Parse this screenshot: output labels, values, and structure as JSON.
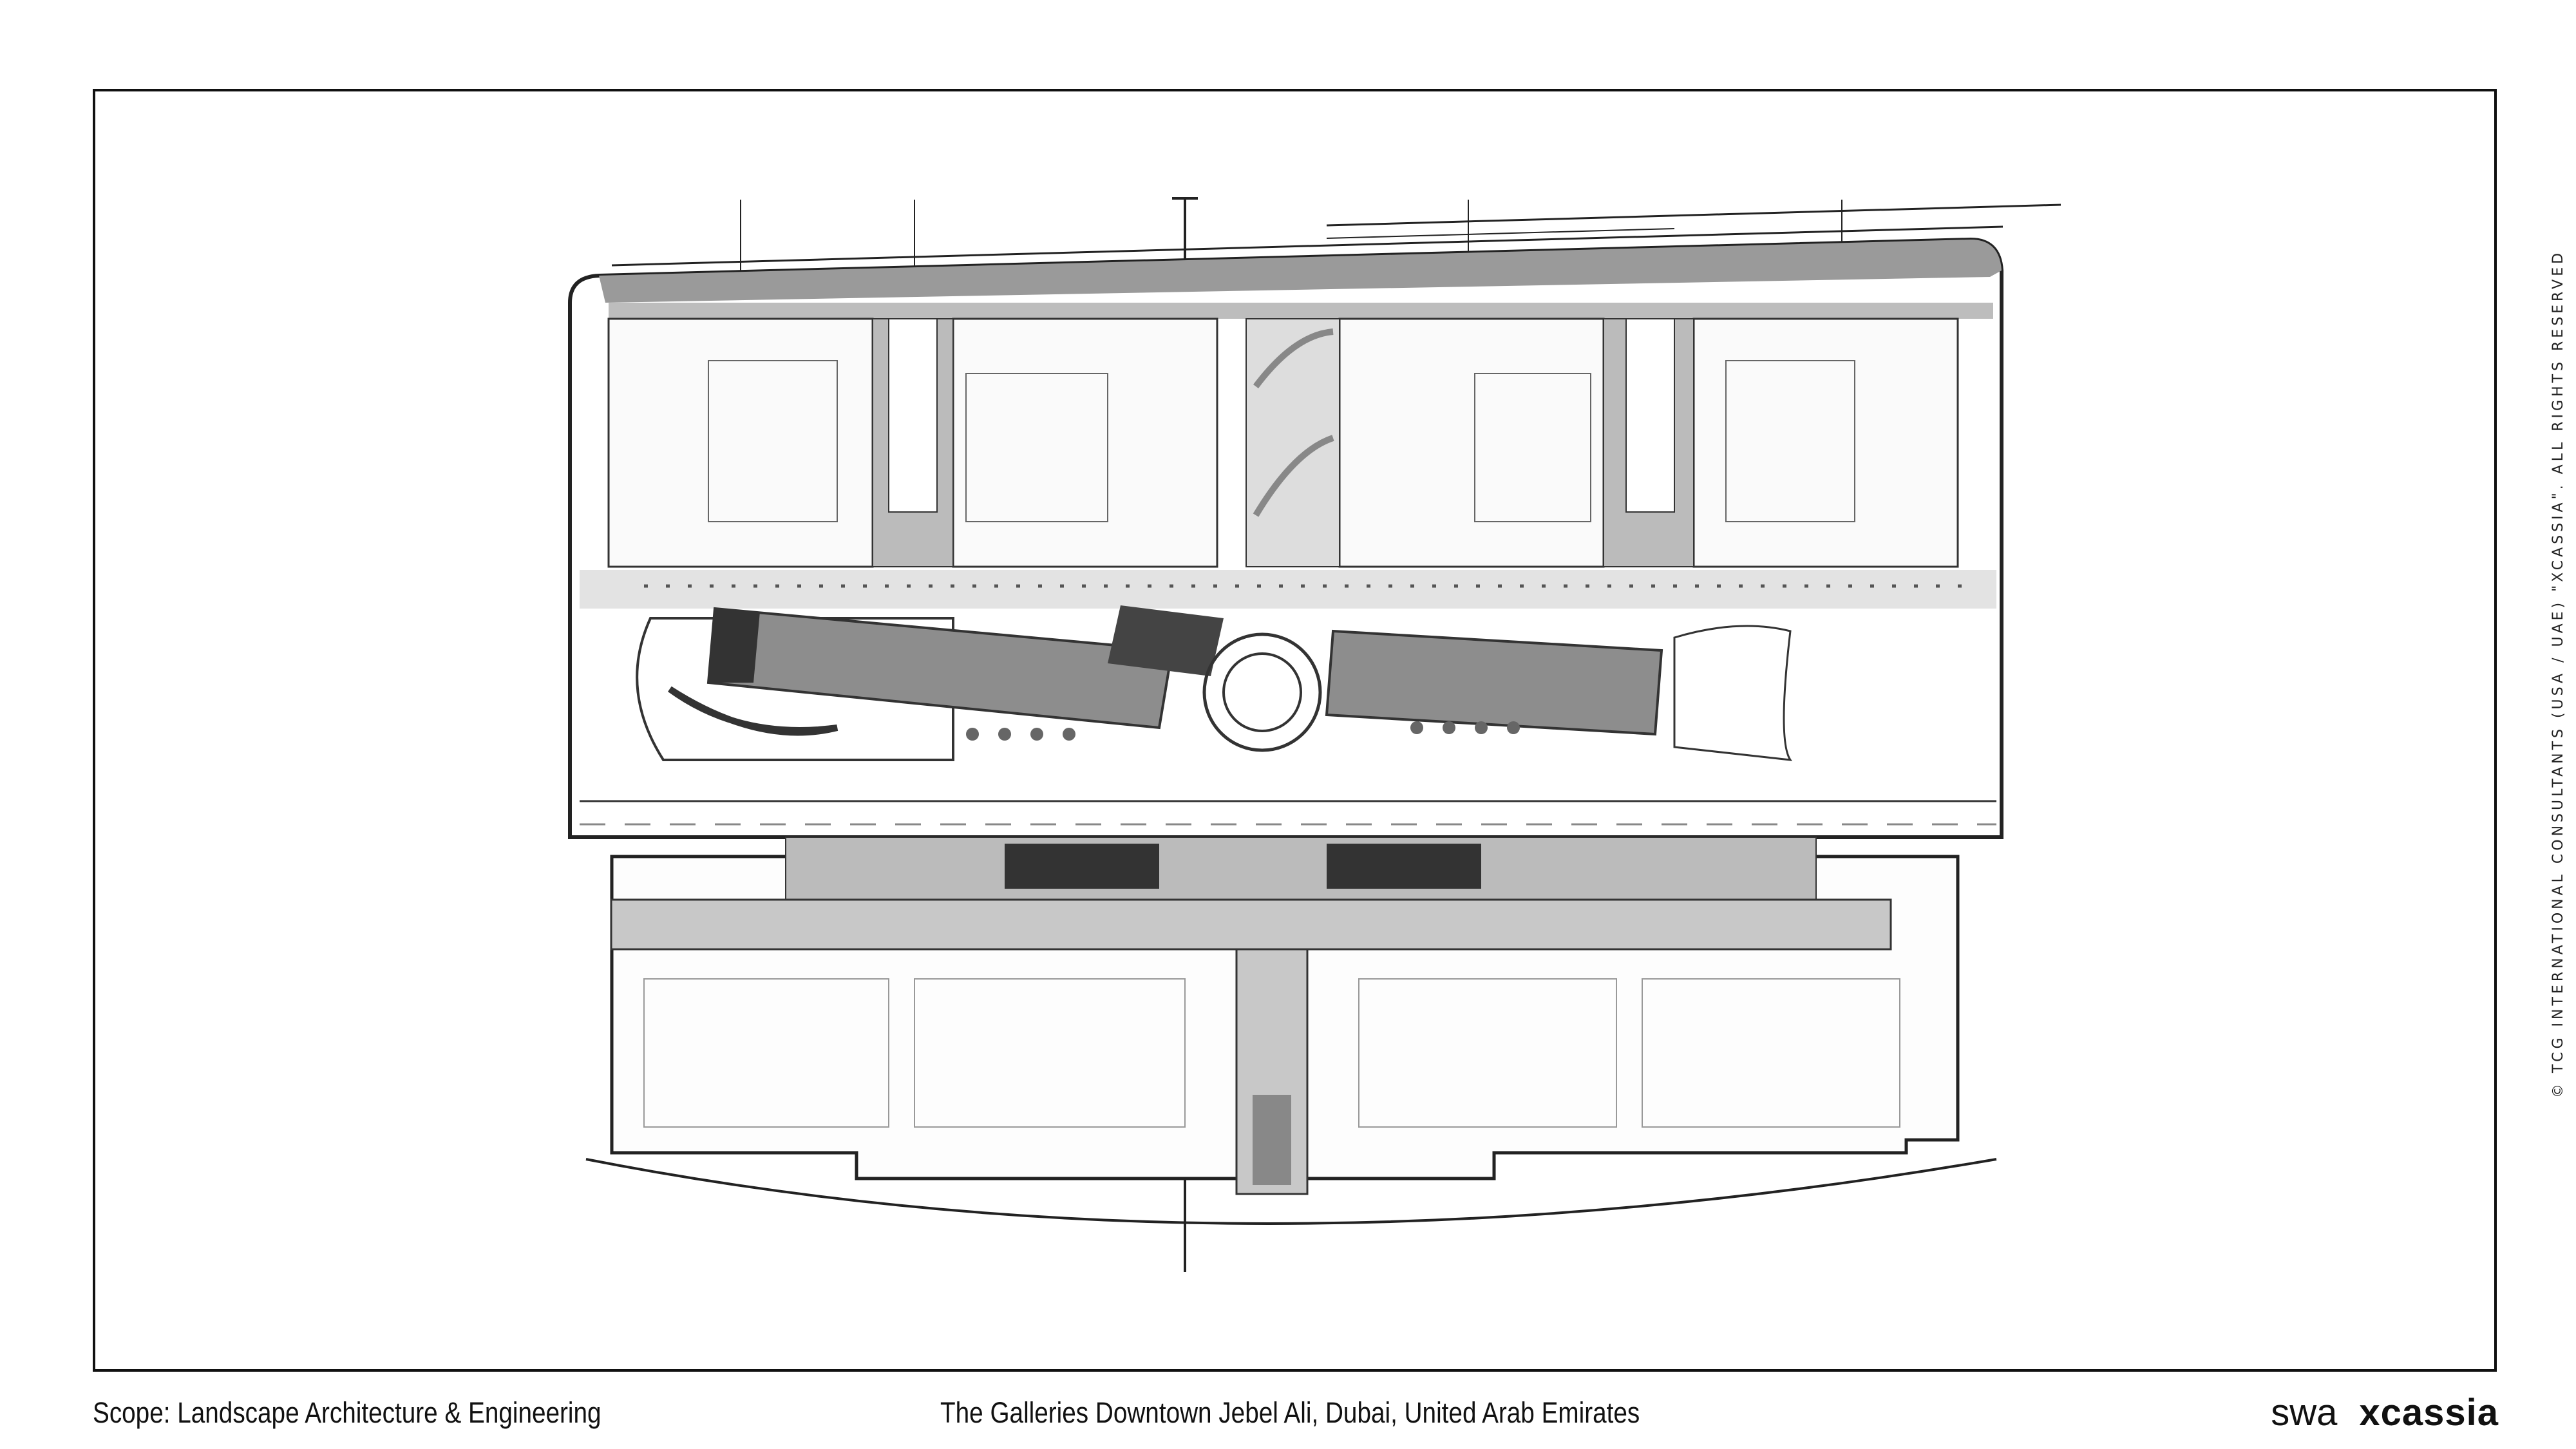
{
  "footer": {
    "scope": "Scope: Landscape Architecture & Engineering",
    "project": "The Galleries Downtown Jebel Ali, Dubai, United Arab Emirates"
  },
  "logo": {
    "swa": "swa",
    "xcassia": "xcassia"
  },
  "copyright": "© TCG INTERNATIONAL CONSULTANTS (USA / UAE) \"XCASSIA\". ALL RIGHTS RESERVED",
  "colors": {
    "line": "#222222",
    "paving": "#cfcfcf",
    "dark": "#777777"
  }
}
